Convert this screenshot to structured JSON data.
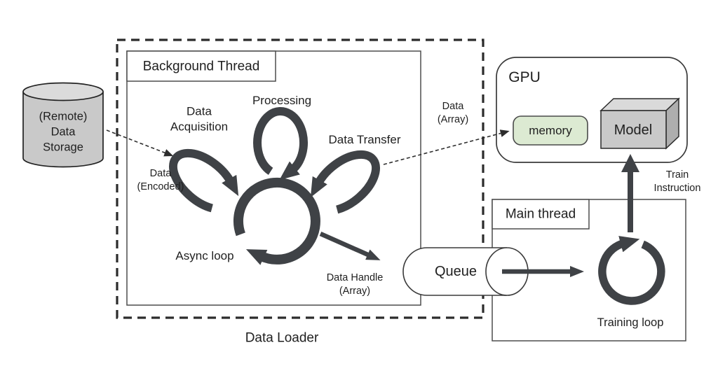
{
  "title": "Data loading pipeline diagram",
  "colors": {
    "arrow": "#3f4246",
    "storage_body": "#c9c9c9",
    "storage_top": "#dbdbdb",
    "memory_fill": "#dcead2",
    "cube_front": "#c9c9c9",
    "cube_top": "#dadada",
    "cube_side": "#aeaeae"
  },
  "storage": {
    "label": "(Remote)\nData\nStorage"
  },
  "loader": {
    "caption": "Data Loader",
    "background_thread": {
      "title": "Background Thread"
    },
    "loops": {
      "acquisition": "Data\nAcquisition",
      "processing": "Processing",
      "transfer": "Data Transfer",
      "async": "Async loop"
    }
  },
  "edge_labels": {
    "encoded": "Data\n(Encoded)",
    "handle": "Data Handle\n(Array)",
    "array": "Data\n(Array)",
    "train": "Train\nInstruction"
  },
  "queue": {
    "label": "Queue"
  },
  "main_thread": {
    "title": "Main thread",
    "training_loop": "Training loop"
  },
  "gpu": {
    "title": "GPU",
    "memory": "memory",
    "model": "Model"
  }
}
